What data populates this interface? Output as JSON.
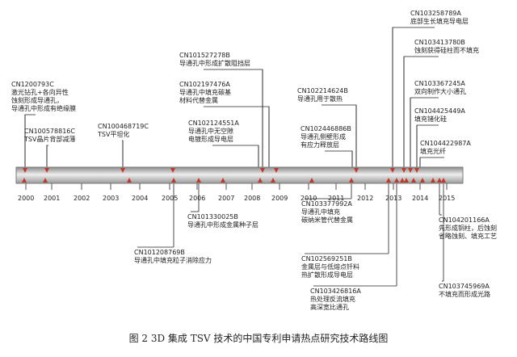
{
  "caption": "图 2 3D 集成 TSV 技术的中国专利申请热点研究技术路线图",
  "timeline": {
    "years": [
      "2000",
      "2001",
      "2002",
      "2003",
      "2004",
      "2005",
      "2006",
      "2007",
      "2008",
      "2009",
      "2010",
      "2011",
      "2012",
      "2013",
      "2014",
      "2015"
    ]
  },
  "patents_above": [
    {
      "id": "CN1200793C",
      "lines": [
        "激光钻孔+各向异性",
        "蚀刻形成导通孔，",
        "导通孔中形成有绝缘膜"
      ]
    },
    {
      "id": "CN100578816C",
      "lines": [
        "TSV晶片背部减薄"
      ]
    },
    {
      "id": "CN100468719C",
      "lines": [
        "TSV平坦化"
      ]
    },
    {
      "id": "CN101527278B",
      "lines": [
        "导通孔中形成扩散阻挡层"
      ]
    },
    {
      "id": "CN102197476A",
      "lines": [
        "导通孔中填充碳基",
        "材料代替金属"
      ]
    },
    {
      "id": "CN102124551A",
      "lines": [
        "导通孔中无空隙",
        "电镀形成导电层"
      ]
    },
    {
      "id": "CN102214624B",
      "lines": [
        "导通孔用于散热"
      ]
    },
    {
      "id": "CN102446886B",
      "lines": [
        "导通孔侧壁形成",
        "有应力释放层"
      ]
    },
    {
      "id": "CN103258789A",
      "lines": [
        "底部生长填充导电层"
      ]
    },
    {
      "id": "CN103413780B",
      "lines": [
        "蚀刻获得硅柱而不填充"
      ]
    },
    {
      "id": "CN103367245A",
      "lines": [
        "双向制作大小通孔"
      ]
    },
    {
      "id": "CN104425449A",
      "lines": [
        "填充锗化硅"
      ]
    },
    {
      "id": "CN104422987A",
      "lines": [
        "填充光纤"
      ]
    }
  ],
  "patents_below": [
    {
      "id": "CN101330025B",
      "lines": [
        "导通孔中形成金属种子层"
      ]
    },
    {
      "id": "CN101208769B",
      "lines": [
        "导通孔中填充粒子消除应力"
      ]
    },
    {
      "id": "CN103377992A",
      "lines": [
        "导通孔中填充",
        "碳纳米管代替金属"
      ]
    },
    {
      "id": "CN102569251B",
      "lines": [
        "金属层与低熔点钎料",
        "热扩散形成导电层"
      ]
    },
    {
      "id": "CN103426816A",
      "lines": [
        "热处理反流填充",
        "高深宽比通孔"
      ]
    },
    {
      "id": "CN104201166A",
      "lines": [
        "先形成铜柱，后蚀刻",
        "省略蚀刻、填充工艺"
      ]
    },
    {
      "id": "CN103745969A",
      "lines": [
        "不填充而形成光路"
      ]
    }
  ],
  "colors": {
    "marker": "#c0392b",
    "bar_top": "#9a9a9a",
    "bar_mid": "#e4e4e4",
    "leader": "#222222"
  }
}
